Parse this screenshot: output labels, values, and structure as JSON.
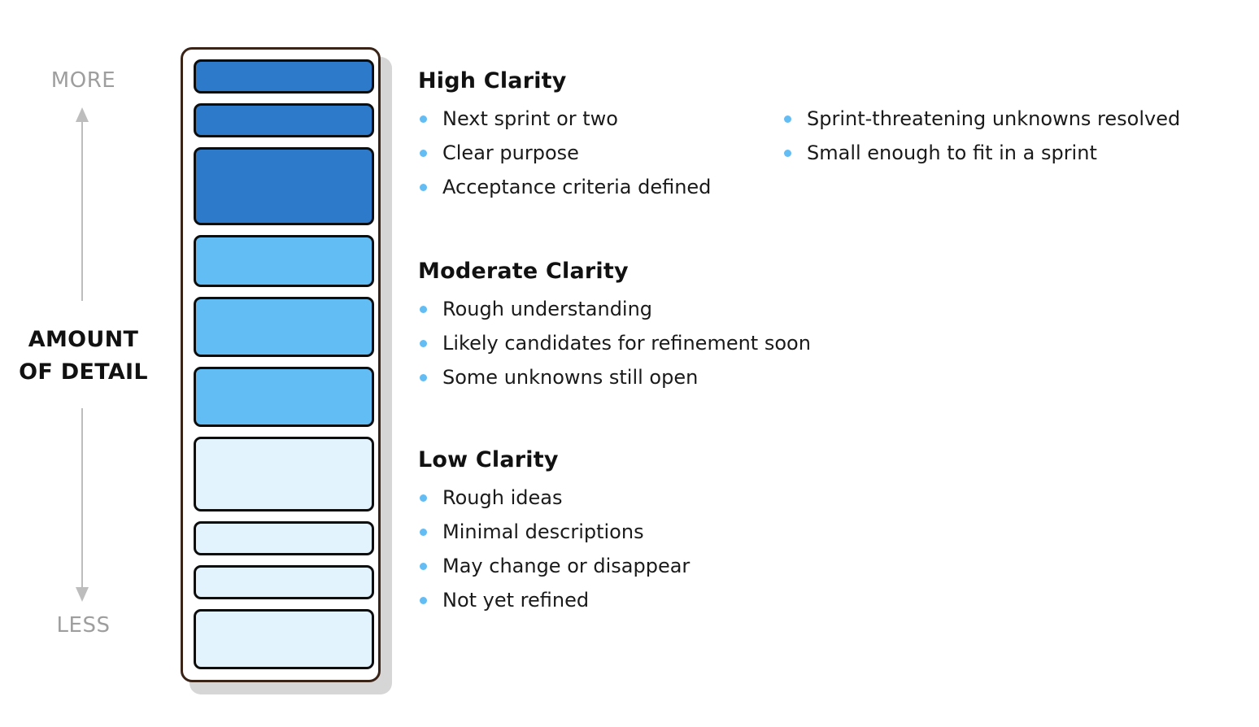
{
  "axis": {
    "top_label": "MORE",
    "title_line1": "AMOUNT",
    "title_line2": "OF DETAIL",
    "bottom_label": "LESS"
  },
  "backlog": {
    "items": [
      {
        "level": "high"
      },
      {
        "level": "high"
      },
      {
        "level": "high"
      },
      {
        "level": "moderate"
      },
      {
        "level": "moderate"
      },
      {
        "level": "moderate"
      },
      {
        "level": "low"
      },
      {
        "level": "low"
      },
      {
        "level": "low"
      },
      {
        "level": "low"
      }
    ]
  },
  "colors": {
    "high": "#2d7acb",
    "moderate": "#63bdf5",
    "low": "#e3f3fe",
    "bullet": "#63bdf5",
    "axis": "#9e9e9e"
  },
  "sections": {
    "high": {
      "title": "High Clarity",
      "bullets": [
        "Next sprint or two",
        "Clear purpose",
        "Acceptance criteria defined",
        "Sprint-threatening unknowns resolved",
        "Small enough to fit in a sprint"
      ]
    },
    "moderate": {
      "title": "Moderate Clarity",
      "bullets": [
        "Rough understanding",
        "Likely candidates for refinement soon",
        "Some unknowns still open"
      ]
    },
    "low": {
      "title": "Low Clarity",
      "bullets": [
        "Rough ideas",
        "Minimal descriptions",
        "May change or disappear",
        "Not yet refined"
      ]
    }
  }
}
